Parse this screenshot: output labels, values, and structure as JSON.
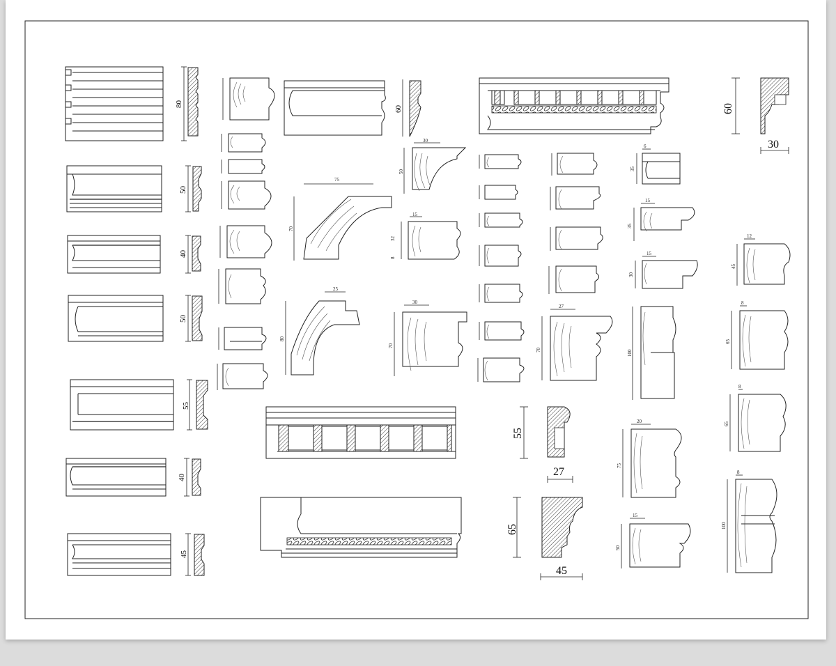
{
  "dimensions": {
    "d80": "80",
    "d50a": "50",
    "d40a": "40",
    "d50b": "50",
    "d55a": "55",
    "d40b": "40",
    "d45a": "45",
    "d60a": "60",
    "d30a": "30",
    "d50c": "50",
    "d75a": "75",
    "d70a": "70",
    "d15a": "15",
    "d32": "32",
    "d8a": "8",
    "d25": "25",
    "d80b": "80",
    "d30b": "30",
    "d70b": "70",
    "d60b": "60",
    "d30c": "30",
    "d6": "6",
    "d35a": "35",
    "d15b": "15",
    "d35b": "35",
    "d15c": "15",
    "d30d": "30",
    "d27a": "27",
    "d70c": "70",
    "d100a": "100",
    "d12": "12",
    "d45b": "45",
    "d8b": "8",
    "d65a": "65",
    "d8c": "8",
    "d65b": "65",
    "d8d": "8",
    "d100b": "100",
    "d55b": "55",
    "d27b": "27",
    "d65c": "65",
    "d45c": "45",
    "d20": "20",
    "d75b": "75",
    "d15d": "15",
    "d50d": "50"
  },
  "colors": {
    "paper": "#ffffff",
    "background": "#dcdcdc",
    "line": "#222222"
  }
}
